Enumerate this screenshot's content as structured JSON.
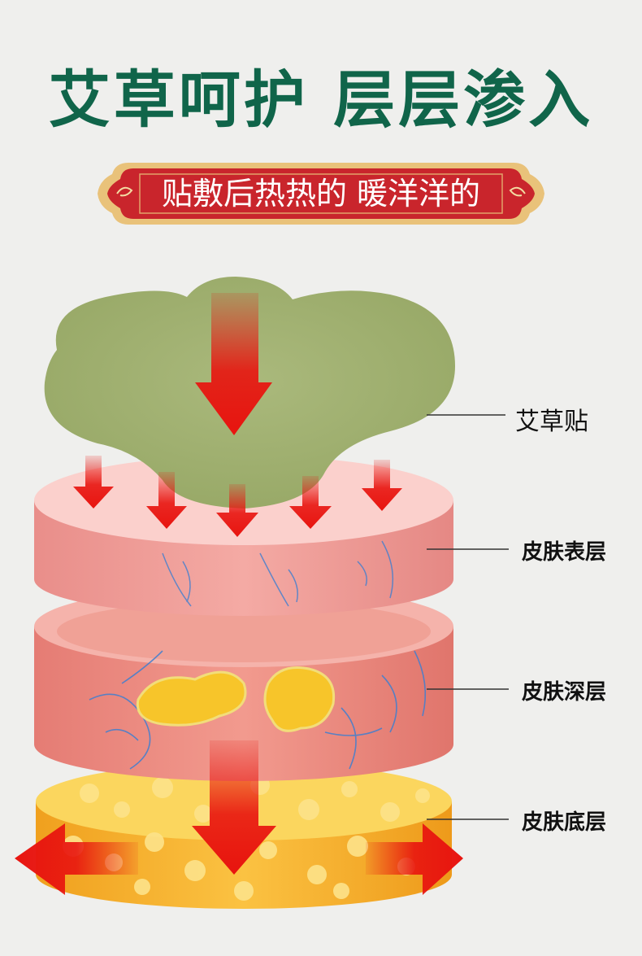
{
  "title": "艾草呵护 层层渗入",
  "banner": "贴敷后热热的 暖洋洋的",
  "labels": {
    "patch": "艾草贴",
    "surface": "皮肤表层",
    "deep": "皮肤深层",
    "base": "皮肤底层"
  },
  "colors": {
    "title": "#10654a",
    "banner_fill": "#c9252c",
    "banner_border": "#e9c27a",
    "patch": "#a4b373",
    "surface_layer": "#f3a39c",
    "deep_layer": "#ef8f84",
    "base_layer": "#f7b52a",
    "arrow": "#e8140f",
    "vein": "#3f7fd0"
  }
}
